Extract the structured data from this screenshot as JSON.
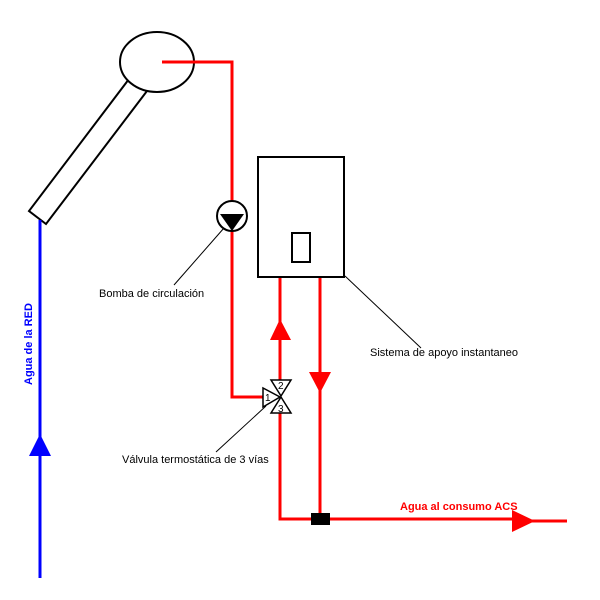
{
  "labels": {
    "pump": "Bomba de circulación",
    "heater": "Sistema de apoyo instantaneo",
    "valve": "Válvula termostática de 3 vías",
    "consumption": "Agua al consumo ACS",
    "network": "Agua de la RED"
  },
  "valve_ports": {
    "p1": "1",
    "p2": "2",
    "p3": "3"
  },
  "colors": {
    "hot": "#ff0000",
    "cold": "#0000ff",
    "outline": "#000000"
  }
}
